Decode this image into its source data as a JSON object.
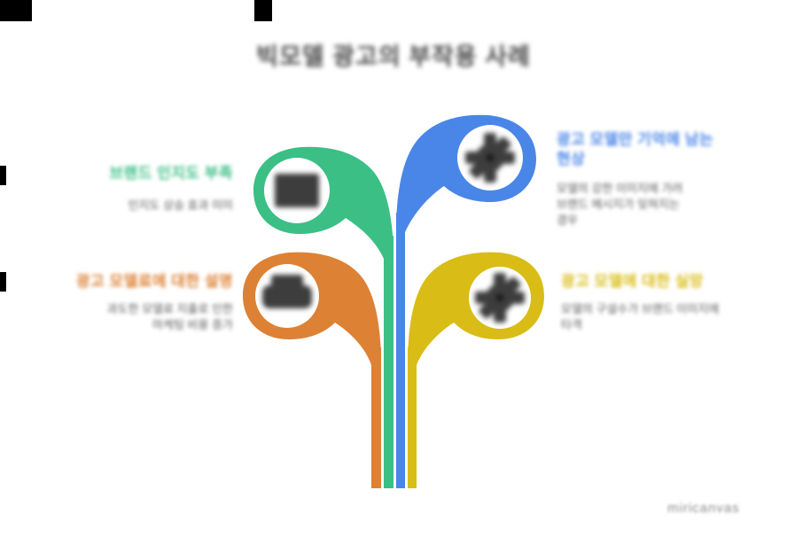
{
  "title": "빅모델 광고의 부작용 사례",
  "watermark": "miricanvas",
  "colors": {
    "green": "#3bbf85",
    "blue": "#4a86e8",
    "orange": "#dd8134",
    "yellow": "#d9bd16",
    "title_text": "#474747",
    "body_text": "#5a5a5a",
    "watermark_text": "#8a8a8a",
    "icon": "#3d3d3d",
    "background": "#ffffff"
  },
  "branches": [
    {
      "id": "brand-awareness",
      "position": "top-left",
      "color": "#3bbf85",
      "icon": "billboard-icon",
      "label": "브랜드 인지도 부족",
      "description": [
        "인지도 상승 효과 미미"
      ]
    },
    {
      "id": "model-only-remembered",
      "position": "top-right",
      "color": "#4a86e8",
      "icon": "gear-icon",
      "label_line1": "광고 모델만 기억에 남는",
      "label_line2": "현상",
      "description": [
        "모델의 강한 이미지에 가려",
        "브랜드 메시지가 잊혀지는",
        "경우"
      ]
    },
    {
      "id": "model-fee",
      "position": "middle-left",
      "color": "#dd8134",
      "icon": "money-icon",
      "label": "광고 모델료에 대한 설명",
      "description": [
        "과도한 모델료 지출로 인한",
        "마케팅 비용 증가"
      ]
    },
    {
      "id": "model-disappointment",
      "position": "middle-right",
      "color": "#d9bd16",
      "icon": "gear-icon",
      "label": "광고 모델에 대한 실망",
      "description": [
        "모델의 구설수가 브랜드 이미지에",
        "타격"
      ]
    }
  ]
}
